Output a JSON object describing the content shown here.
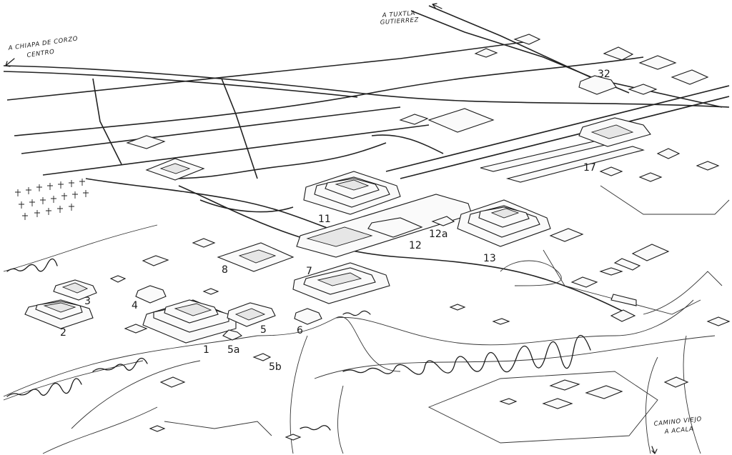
{
  "map": {
    "notes": {
      "chiapa_line1": "A CHIAPA DE CORZO",
      "chiapa_line2": "CENTRO",
      "tuxtla_line1": "A TUXTLA",
      "tuxtla_line2": "GUTIERREZ",
      "camino_line1": "CAMINO VIEJO",
      "camino_line2": "A ACALA"
    },
    "mounds": {
      "m1": "1",
      "m2": "2",
      "m3": "3",
      "m4": "4",
      "m5": "5",
      "m5a": "5a",
      "m5b": "5b",
      "m6": "6",
      "m7": "7",
      "m8": "8",
      "m11": "11",
      "m12": "12",
      "m12a": "12a",
      "m13": "13",
      "m17": "17",
      "m32": "32"
    },
    "arrow_icon": "arrow-icon",
    "cemetery_icon": "cross-icon"
  }
}
